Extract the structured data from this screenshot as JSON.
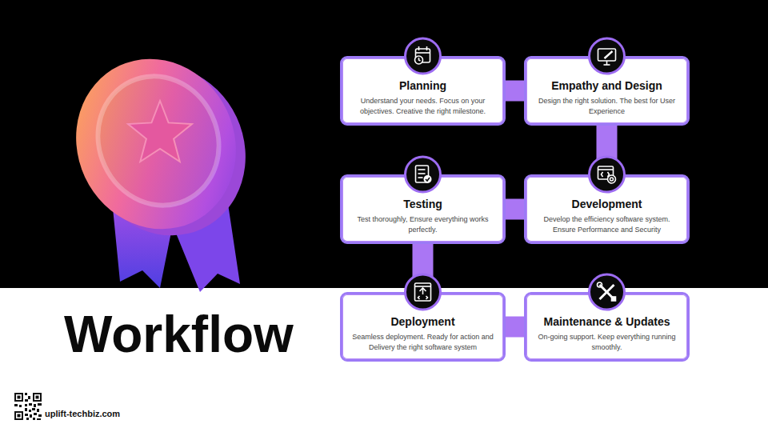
{
  "diagram": {
    "title": "Workflow",
    "nodes": [
      {
        "text": [
          "Planning",
          "Understand your needs. Focus on your objectives. Creative the right milestone."
        ]
      },
      {
        "text": [
          "Empathy and Design",
          "Design the right solution. The best for User Experience"
        ]
      },
      {
        "text": [
          "Testing",
          "Test thoroughly, Ensure everything works perfectly."
        ]
      },
      {
        "text": [
          "Development",
          "Develop the efficiency software system. Ensure Performance and Security"
        ]
      },
      {
        "text": [
          "Deployment",
          "Seamless deployment. Ready for action and Delivery the right software system"
        ]
      },
      {
        "text": [
          "Maintenance & Updates",
          "On-going support. Keep everything running smoothly."
        ]
      }
    ],
    "edges": [
      {
        "from": 0,
        "to": 1,
        "arrow": "none"
      },
      {
        "from": 1,
        "to": 3,
        "arrow": "none"
      },
      {
        "from": 3,
        "to": 2,
        "arrow": "none"
      },
      {
        "from": 2,
        "to": 4,
        "arrow": "none"
      },
      {
        "from": 4,
        "to": 5,
        "arrow": "none"
      }
    ],
    "labels": [
      "uplift-techbiz.com"
    ]
  }
}
